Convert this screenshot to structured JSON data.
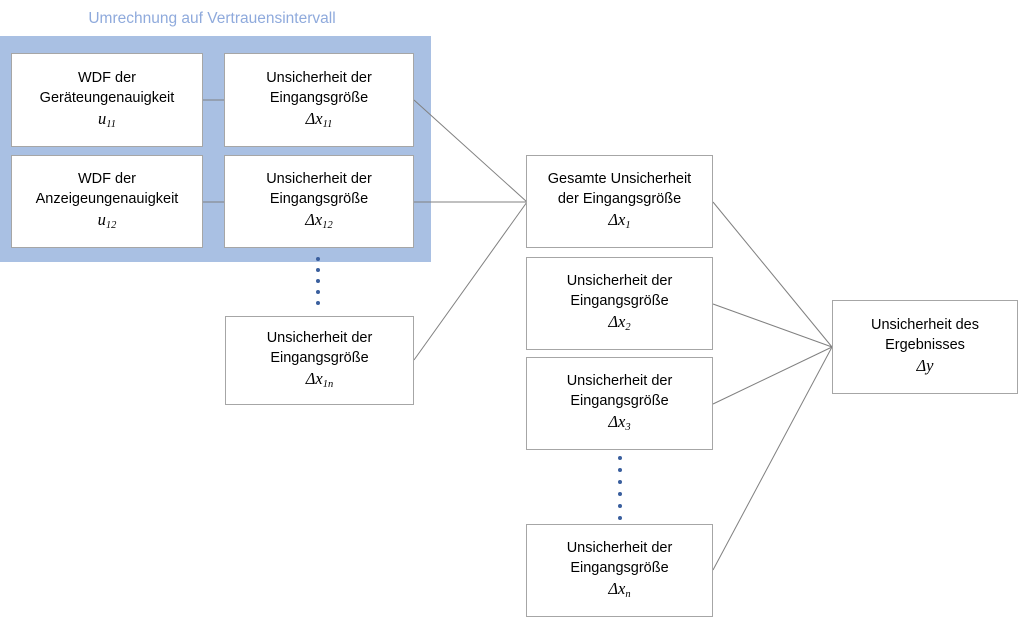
{
  "diagram": {
    "title": "Umrechnung auf Vertrauensintervall",
    "accent_band_color": "#a9c0e3",
    "title_color": "#8faadc",
    "box_border_color": "#a6a6a6",
    "wire_color": "#808080",
    "dot_color": "#3a5f9e"
  },
  "nodes": {
    "wdf_geraete": {
      "line1": "WDF der",
      "line2": "Geräteungenauigkeit",
      "symbol": "u",
      "subscript": "11"
    },
    "wdf_anzeige": {
      "line1": "WDF der",
      "line2": "Anzeigeungenauigkeit",
      "symbol": "u",
      "subscript": "12"
    },
    "unsicherheit_x11": {
      "line1": "Unsicherheit der",
      "line2": "Eingangsgröße",
      "symbol": "Δx",
      "subscript": "11"
    },
    "unsicherheit_x12": {
      "line1": "Unsicherheit der",
      "line2": "Eingangsgröße",
      "symbol": "Δx",
      "subscript": "12"
    },
    "unsicherheit_x1n": {
      "line1": "Unsicherheit der",
      "line2": "Eingangsgröße",
      "symbol": "Δx",
      "subscript": "1n"
    },
    "gesamte_x1": {
      "line1": "Gesamte Unsicherheit",
      "line2": "der Eingangsgröße",
      "symbol": "Δx",
      "subscript": "1"
    },
    "unsicherheit_x2": {
      "line1": "Unsicherheit der",
      "line2": "Eingangsgröße",
      "symbol": "Δx",
      "subscript": "2"
    },
    "unsicherheit_x3": {
      "line1": "Unsicherheit der",
      "line2": "Eingangsgröße",
      "symbol": "Δx",
      "subscript": "3"
    },
    "unsicherheit_xn": {
      "line1": "Unsicherheit der",
      "line2": "Eingangsgröße",
      "symbol": "Δx",
      "subscript": "n"
    },
    "ergebnis_y": {
      "line1": "Unsicherheit des",
      "line2": "Ergebnisses",
      "symbol": "Δy",
      "subscript": ""
    }
  },
  "ellipsis": {
    "left_column_dots": 5,
    "middle_column_dots": 6
  }
}
